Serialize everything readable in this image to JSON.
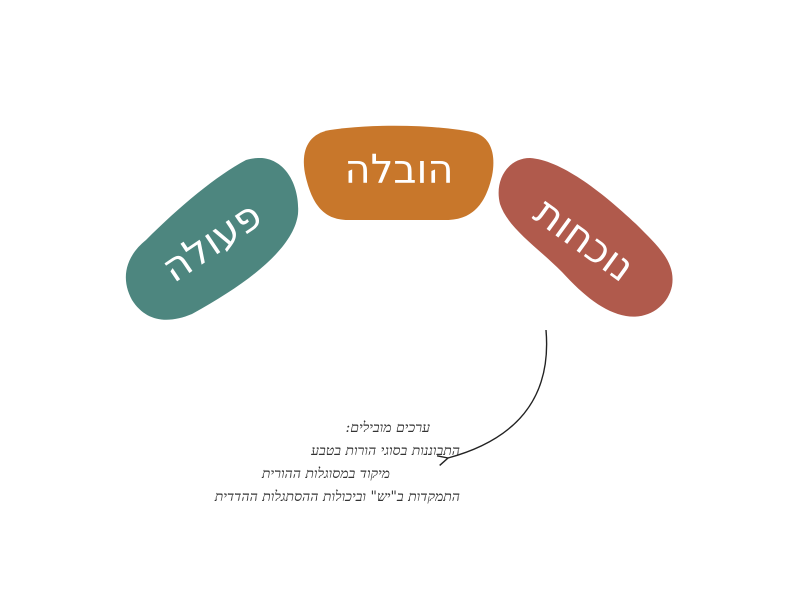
{
  "stages": [
    {
      "id": "action",
      "label": "פעולה",
      "color": "#4d867f"
    },
    {
      "id": "guidance",
      "label": "הובלה",
      "color": "#c8772b"
    },
    {
      "id": "presence",
      "label": "נוכחות",
      "color": "#b05a4c"
    }
  ],
  "notes": {
    "title": "ערכים מובילים:",
    "lines": [
      "התבוננות בסוגי הורות בטבע",
      "מיקוד במסוגלות ההורית",
      "התמקדות ב\"יש\" וביכולות ההסתגלות ההדדית"
    ]
  }
}
